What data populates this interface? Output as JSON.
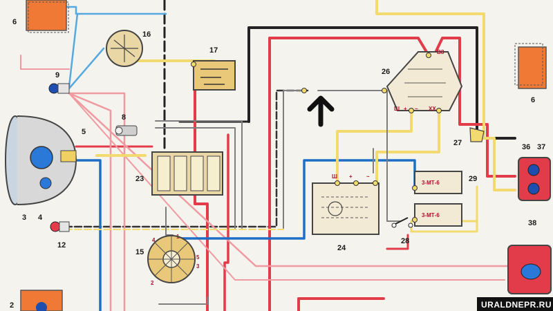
{
  "colors": {
    "red": "#e23b4a",
    "blue": "#1e6ec8",
    "light_blue": "#56a8e0",
    "yellow": "#f2da6e",
    "pink": "#ef9aa0",
    "black": "#222222",
    "gray": "#7e7e7e",
    "component_fill": "#e9d8a6",
    "orange": "#f07a35"
  },
  "labels": {
    "c2": "2",
    "c3": "3",
    "c4": "4",
    "c5": "5",
    "c6a": "6",
    "c6b": "6",
    "c8": "8",
    "c9": "9",
    "c12": "12",
    "c15": "15",
    "c16": "16",
    "c17": "17",
    "c23": "23",
    "c24": "24",
    "c26": "26",
    "c27": "27",
    "c28": "28",
    "c29": "29",
    "c36": "36",
    "c37": "37",
    "c38": "38"
  },
  "terminals": {
    "vz": "ВЗ",
    "sh_top": "Ш",
    "plus_top": "+",
    "tilde_top": "~",
    "hh_top": "ХХ",
    "sh_gen": "Ш",
    "plus_gen": "+",
    "tilde_gen": "~"
  },
  "switch_marks": {
    "s1": "1",
    "s2": "2",
    "s3": "3",
    "s4": "4",
    "s5": "5"
  },
  "battery_labels": {
    "top": "3-МТ-6",
    "bottom": "3-МТ-6"
  },
  "watermark": "URALDNEPR.RU"
}
